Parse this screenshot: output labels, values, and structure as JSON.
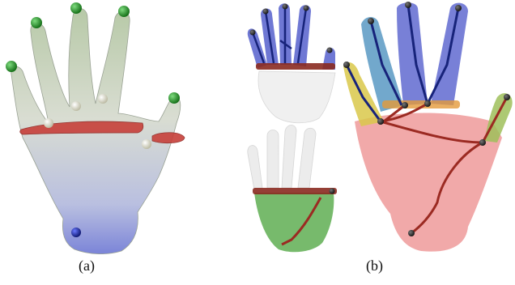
{
  "panels": [
    {
      "id": "a",
      "caption": "(a)"
    },
    {
      "id": "b",
      "caption": "(b)"
    }
  ],
  "colors": {
    "palm_a_top": "#cfd8c2",
    "palm_a_bottom": "#7f86d9",
    "band_red": "#c7403a",
    "joint_green": "#1f8a1f",
    "joint_white": "#ecebd6",
    "joint_blue": "#1e2a9a",
    "finger_blue": "#4b56c9",
    "finger_teal": "#4f92bf",
    "finger_yellow": "#d9c84a",
    "finger_olive": "#9fbf5a",
    "palm_red": "#ef9a9a",
    "palm_green": "#5fae52",
    "ghost_white": "#eeeeee",
    "skeleton_dark_red": "#9b2a22",
    "skeleton_navy": "#17237a"
  }
}
